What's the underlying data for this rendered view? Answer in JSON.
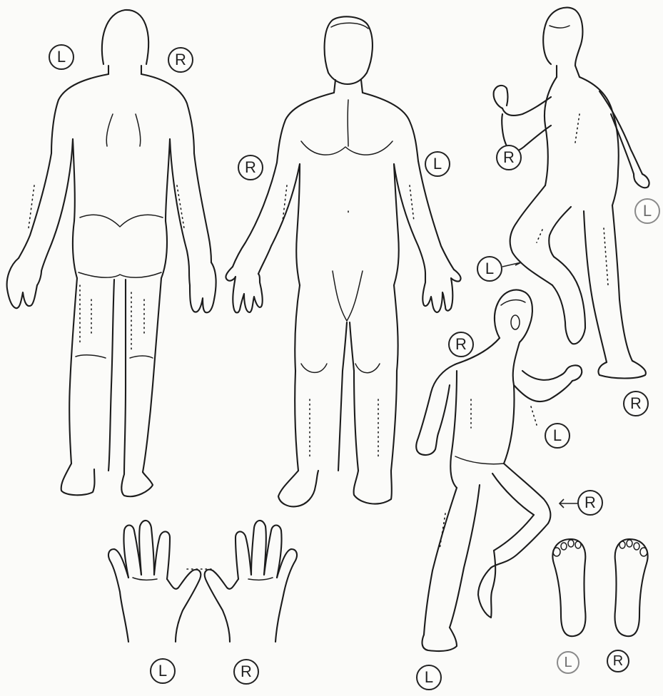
{
  "labels": {
    "back_left": "L",
    "back_right": "R",
    "front_right": "R",
    "front_left": "L",
    "side_top_right": "R",
    "side_top_left": "L",
    "side_top_left_knee": "L",
    "side_top_right_foot": "R",
    "runner_right_head": "R",
    "runner_left_arm": "L",
    "runner_right_knee": "R",
    "runner_left_foot": "L",
    "hand_left": "L",
    "hand_right": "R",
    "sole_left": "L",
    "sole_right": "R"
  },
  "icons": {
    "back_view": "body-back-figure-icon",
    "front_view": "body-front-figure-icon",
    "side_view": "body-side-figure-icon",
    "runner_view": "body-runner-figure-icon",
    "hands": "hands-palm-icon",
    "soles": "foot-soles-icon"
  },
  "colors": {
    "ink": "#1c1c1c",
    "paper": "#fbfbf9"
  }
}
